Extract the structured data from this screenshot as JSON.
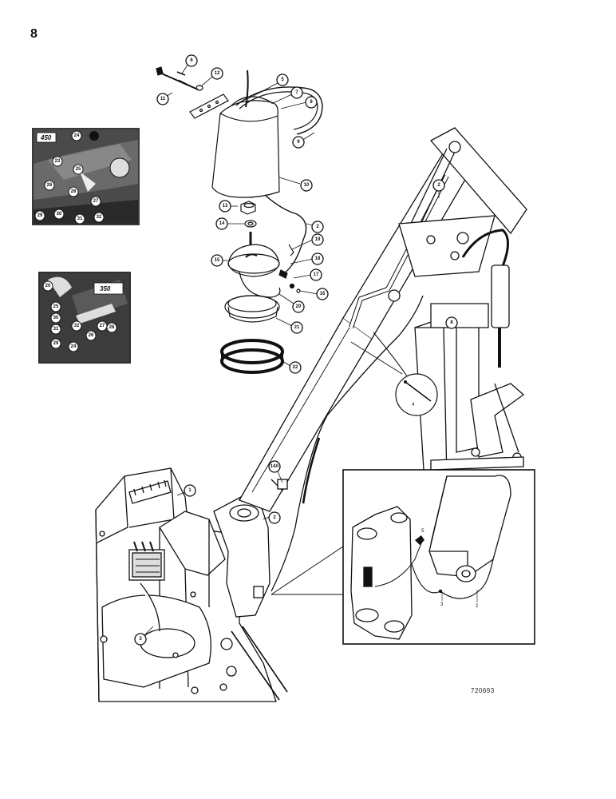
{
  "page": {
    "number": "8",
    "catalog_code": "720693"
  },
  "insets": {
    "model_450": {
      "tag": "450",
      "callouts": [
        "24",
        "23",
        "25",
        "26",
        "28",
        "27",
        "29",
        "30",
        "31",
        "32"
      ]
    },
    "model_350": {
      "tag": "350",
      "callouts": [
        "20",
        "25",
        "30",
        "31",
        "32",
        "26",
        "27",
        "28",
        "29",
        "24"
      ]
    }
  },
  "callouts": {
    "c6": "6",
    "c12": "12",
    "c11": "11",
    "c5": "5",
    "c7": "7",
    "c8": "8",
    "c9": "9",
    "c10": "10",
    "c13": "13",
    "c2a": "2",
    "c14": "14",
    "c19": "19",
    "c15": "15",
    "c18": "18",
    "c17": "17",
    "c16": "16",
    "c20": "20",
    "c21": "21",
    "c22": "22",
    "c1": "1",
    "c2b": "2",
    "c3": "3",
    "c14a": "14A",
    "c2c": "2",
    "c8b": "8"
  },
  "detail": {
    "label_2": "2",
    "label_3": "3",
    "label_5": "5",
    "circle_label": "4"
  }
}
